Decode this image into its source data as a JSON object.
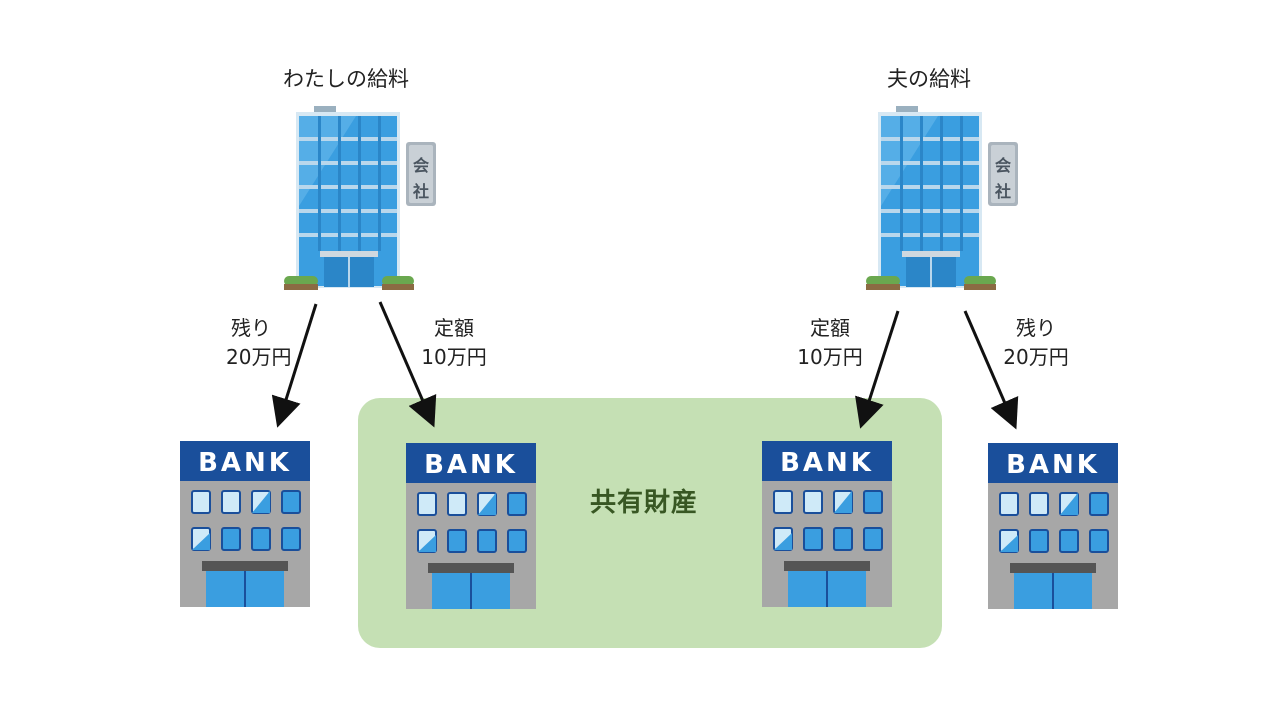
{
  "companies": [
    {
      "title": "わたしの給料",
      "sign": [
        "会",
        "社"
      ]
    },
    {
      "title": "夫の給料",
      "sign": [
        "会",
        "社"
      ]
    }
  ],
  "flows": [
    {
      "label_line1": "残り",
      "label_line2": "20万円"
    },
    {
      "label_line1": "定額",
      "label_line2": "10万円"
    },
    {
      "label_line1": "定額",
      "label_line2": "10万円"
    },
    {
      "label_line1": "残り",
      "label_line2": "20万円"
    }
  ],
  "banks": [
    {
      "sign": "BANK"
    },
    {
      "sign": "BANK"
    },
    {
      "sign": "BANK"
    },
    {
      "sign": "BANK"
    }
  ],
  "shared_area": {
    "label": "共有財産"
  },
  "colors": {
    "shared_bg": "#c5e0b4",
    "shared_text": "#385723",
    "bank_sign": "#1a4f9b",
    "building_blue": "#3a9ee0"
  }
}
